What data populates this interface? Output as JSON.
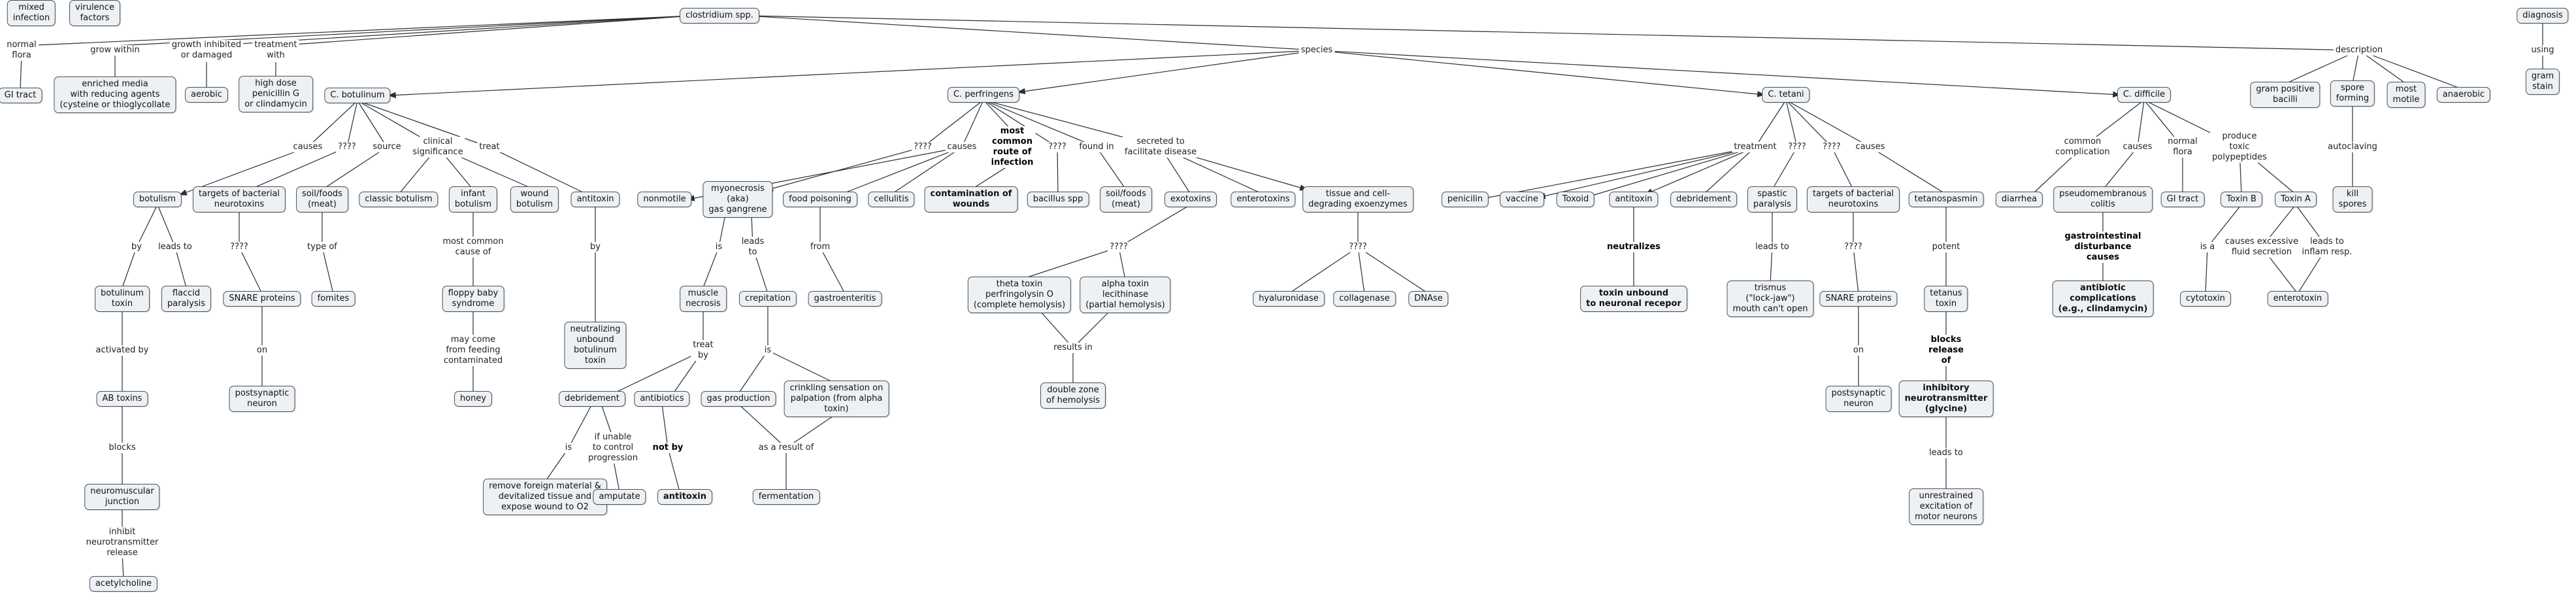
{
  "concept_map": {
    "root": "clostridium spp.",
    "concepts": {
      "mixed_infection": "mixed\ninfection",
      "virulence_factors": "virulence\nfactors",
      "gi_tract_1": "GI tract",
      "enriched_media": "enriched media\nwith reducing agents\n(cysteine or thioglycollate",
      "aerobic": "aerobic",
      "high_dose_penicillin": "high dose\npenicillin G\nor clindamycin",
      "c_botulinum": "C. botulinum",
      "c_perfringens": "C. perfringens",
      "c_tetani": "C. tetani",
      "c_difficile": "C. difficile",
      "diagnosis": "diagnosis",
      "gram_stain": "gram stain",
      "gram_positive_bacilli": "gram positive\nbacilli",
      "spore_forming": "spore\nforming",
      "most_motile": "most\nmotile",
      "anaerobic": "anaerobic",
      "kill_spores": "kill\nspores",
      "botulism": "botulism",
      "targets_bacterial_neurotoxins_1": "targets of bacterial\nneurotoxins",
      "soil_foods_meat_1": "soil/foods\n(meat)",
      "classic_botulism": "classic botulism",
      "infant_botulism": "infant\nbotulism",
      "wound_botulism": "wound\nbotulism",
      "antitoxin_1": "antitoxin",
      "botulinum_toxin": "botulinum\ntoxin",
      "flaccid_paralysis": "flaccid\nparalysis",
      "snare_proteins_1": "SNARE proteins",
      "fomites": "fomites",
      "floppy_baby": "floppy baby\nsyndrome",
      "neutralizing_antitoxin": "neutralizing\nunbound\nbotulinum\ntoxin",
      "ab_toxins": "AB toxins",
      "postsynaptic_neuron_1": "postsynaptic\nneuron",
      "honey": "honey",
      "neuromuscular_junction": "neuromuscular\njunction",
      "acetylcholine": "acetylcholine",
      "nonmotile": "nonmotile",
      "myonecrosis": "myonecrosis\n(aka)\ngas gangrene",
      "food_poisoning": "food poisoning",
      "cellulitis": "cellulitis",
      "contamination_of_wounds": "contamination of\nwounds",
      "bacillus_spp": "bacillus spp",
      "soil_foods_meat_2": "soil/foods\n(meat)",
      "exotoxins": "exotoxins",
      "enterotoxins": "enterotoxins",
      "tissue_degrading": "tissue and cell-\ndegrading exoenzymes",
      "muscle_necrosis": "muscle\nnecrosis",
      "crepitation": "crepitation",
      "gastroenteritis": "gastroenteritis",
      "theta_toxin": "theta toxin\nperfringolysin O\n(complete hemolysis)",
      "alpha_toxin": "alpha toxin\nlecithinase\n(partial hemolysis)",
      "hyaluronidase": "hyaluronidase",
      "collagenase": "collagenase",
      "dnase": "DNAse",
      "debridement_1": "debridement",
      "antibiotics": "antibiotics",
      "gas_production": "gas production",
      "crinkling_sensation": "crinkling sensation on\npalpation (from alpha\ntoxin)",
      "double_zone": "double zone\nof hemolysis",
      "remove_foreign": "remove foreign material &\ndevitalized tissue and\nexpose wound to O2",
      "amputate": "amputate",
      "antitoxin_2": "antitoxin",
      "fermentation": "fermentation",
      "penicilin": "penicilin",
      "vaccine": "vaccine",
      "toxoid": "Toxoid",
      "antitoxin_3": "antitoxin",
      "debridement_2": "debridement",
      "spastic_paralysis": "spastic\nparalysis",
      "targets_bacterial_neurotoxins_2": "targets of bacterial\nneurotoxins",
      "tetanospasmin": "tetanospasmin",
      "toxin_unbound": "toxin unbound\nto neuronal recepor",
      "trismus": "trismus\n(\"lock-jaw\")\nmouth can't open",
      "snare_proteins_2": "SNARE proteins",
      "tetanus_toxin": "tetanus\ntoxin",
      "postsynaptic_neuron_2": "postsynaptic\nneuron",
      "inhibitory_neurotransmitter": "inhibitory\nneurotransmitter\n(glycine)",
      "unrestrained_excitation": "unrestrained\nexcitation of\nmotor neurons",
      "diarrhea": "diarrhea",
      "pseudomembranous_colitis": "pseudomembranous\ncolitis",
      "gi_tract_2": "GI tract",
      "toxin_b": "Toxin B",
      "toxin_a": "Toxin A",
      "antibiotic_complications": "antibiotic\ncomplications\n(e.g., clindamycin)",
      "cytotoxin": "cytotoxin",
      "enterotoxin": "enterotoxin"
    },
    "linking_phrases": {
      "normal_flora_1": "normal\nflora",
      "grow_within": "grow within",
      "growth_inhibited": "growth inhibited\nor damaged",
      "treatment_with": "treatment\nwith",
      "species": "species",
      "description": "description",
      "using": "using",
      "autoclaving": "autoclaving",
      "causes_1": "causes",
      "q_1": "????",
      "source": "source",
      "clinical_significance": "clinical\nsignificance",
      "treat_1": "treat",
      "by_1": "by",
      "leads_to_1": "leads to",
      "q_2": "????",
      "type_of": "type of",
      "most_common_cause_of": "most common\ncause of",
      "by_2": "by",
      "activated_by": "activated by",
      "on_1": "on",
      "may_come_from": "may come\nfrom feeding\ncontaminated",
      "blocks": "blocks",
      "inhibit_release": "inhibit\nneurotransmitter\nrelease",
      "q_3": "????",
      "causes_2": "causes",
      "most_common_route": "most\ncommon\nroute of\ninfection",
      "q_4": "????",
      "found_in": "found in",
      "secreted_to": "secreted to\nfacilitate disease",
      "is_1": "is",
      "leads_to_2": "leads\nto",
      "from": "from",
      "q_5": "????",
      "q_6": "????",
      "treat_by": "treat\nby",
      "is_2": "is",
      "results_in": "results in",
      "is_3": "is",
      "if_unable": "if unable\nto control\nprogression",
      "not_by": "not by",
      "as_a_result_of": "as a result of",
      "treatment": "treatment",
      "q_7": "????",
      "q_8": "????",
      "causes_3": "causes",
      "neutralizes": "neutralizes",
      "leads_to_3": "leads to",
      "q_9": "????",
      "potent": "potent",
      "on_2": "on",
      "blocks_release_of": "blocks\nrelease\nof",
      "leads_to_4": "leads to",
      "common_complication": "common\ncomplication",
      "causes_4": "causes",
      "normal_flora_2": "normal\nflora",
      "produce_toxic": "produce\ntoxic\npolypeptides",
      "gi_disturbance": "gastrointestinal\ndisturbance\ncauses",
      "is_a": "is a",
      "causes_excessive": "causes excessive\nfluid secretion",
      "leads_to_5": "leads to\ninflam resp."
    }
  }
}
